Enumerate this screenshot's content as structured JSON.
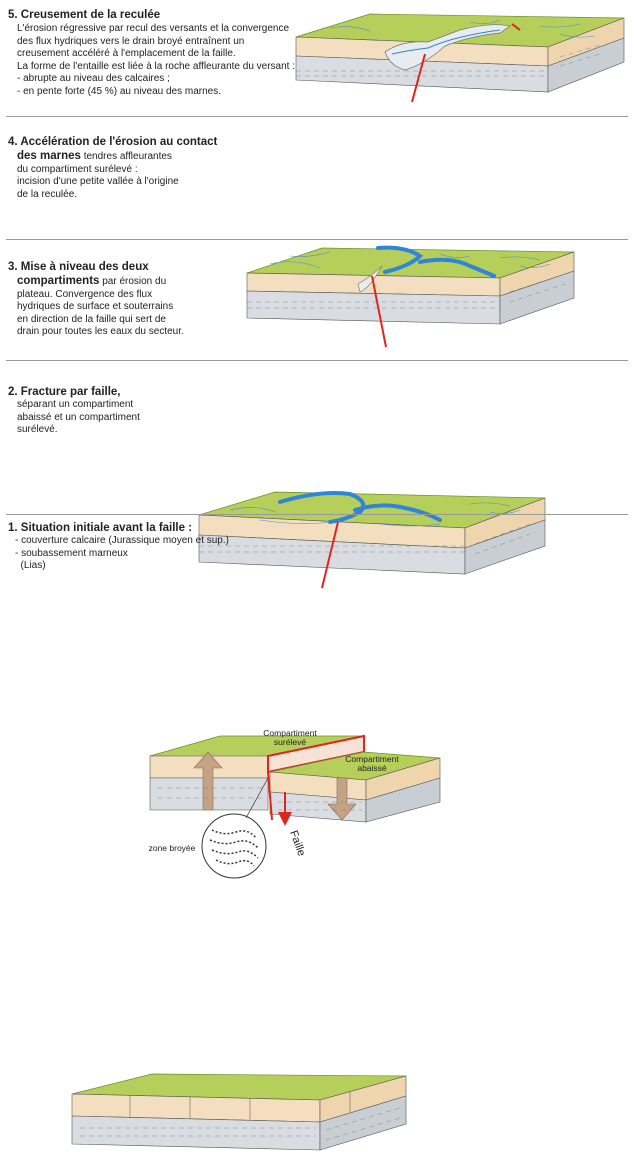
{
  "steps": [
    {
      "title": "5. Creusement de la reculée",
      "lines": [
        "L'érosion régressive par recul des versants et la convergence",
        "des flux hydriques vers le drain broyé entraînent un",
        "creusement accéléré à l'emplacement de la faille.",
        "La forme de l'entaille est liée à la roche affleurante du versant :",
        "- abrupte au niveau des calcaires ;",
        "- en pente forte (45 %) au niveau des marnes."
      ]
    },
    {
      "title": "4. Accélération de l'érosion au contact",
      "title2": "des marnes",
      "title2_rest": " tendres affleurantes",
      "lines": [
        "du compartiment surélevé :",
        "incision d'une petite vallée à l'origine",
        "de la reculée."
      ]
    },
    {
      "title": "3. Mise à niveau des deux",
      "title2": "compartiments",
      "title2_rest": " par érosion du",
      "lines": [
        "plateau. Convergence des flux",
        "hydriques de surface et souterrains",
        "en direction de la faille qui sert de",
        "drain pour toutes les eaux du secteur."
      ]
    },
    {
      "title": "2. Fracture par faille,",
      "lines": [
        "séparant un compartiment",
        "abaissé et un compartiment",
        "surélevé."
      ]
    },
    {
      "title": "1. Situation initiale avant la faille :",
      "lines": [
        "- couverture calcaire (Jurassique moyen et sup.)",
        "- soubassement marneux",
        "  (Lias)"
      ]
    }
  ],
  "labels": {
    "raised_1": "Compartiment",
    "raised_2": "surélevé",
    "lowered_1": "Compartiment",
    "lowered_2": "abaissé",
    "crushed_zone": "zone broyée",
    "fault": "Faille"
  },
  "colors": {
    "grass": "#b5cf5a",
    "grass_dark": "#8fae3c",
    "limestone": "#f3dfc0",
    "marl": "#d9dde2",
    "water": "#2f86d6",
    "fault": "#e0251f",
    "arrow": "#c4a285"
  }
}
